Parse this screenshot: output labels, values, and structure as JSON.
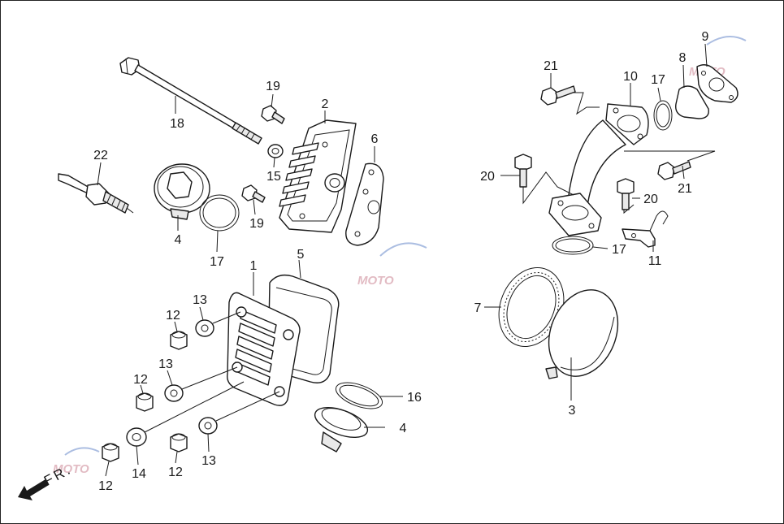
{
  "diagram": {
    "direction_label": "FR.",
    "callouts": {
      "c1": "1",
      "c2": "2",
      "c3": "3",
      "c4a": "4",
      "c4b": "4",
      "c5": "5",
      "c6": "6",
      "c7": "7",
      "c8": "8",
      "c9": "9",
      "c10": "10",
      "c11": "11",
      "c12a": "12",
      "c12b": "12",
      "c12c": "12",
      "c12d": "12",
      "c13a": "13",
      "c13b": "13",
      "c13c": "13",
      "c14": "14",
      "c15": "15",
      "c16": "16",
      "c17a": "17",
      "c17b": "17",
      "c17c": "17",
      "c18": "18",
      "c19a": "19",
      "c19b": "19",
      "c20a": "20",
      "c20b": "20",
      "c21a": "21",
      "c21b": "21",
      "c22": "22"
    },
    "watermark": "MOTO"
  },
  "colors": {
    "line": "#1a1a1a",
    "watermark": "#d9a5b0",
    "watermark_accent": "#8fa8d8"
  }
}
